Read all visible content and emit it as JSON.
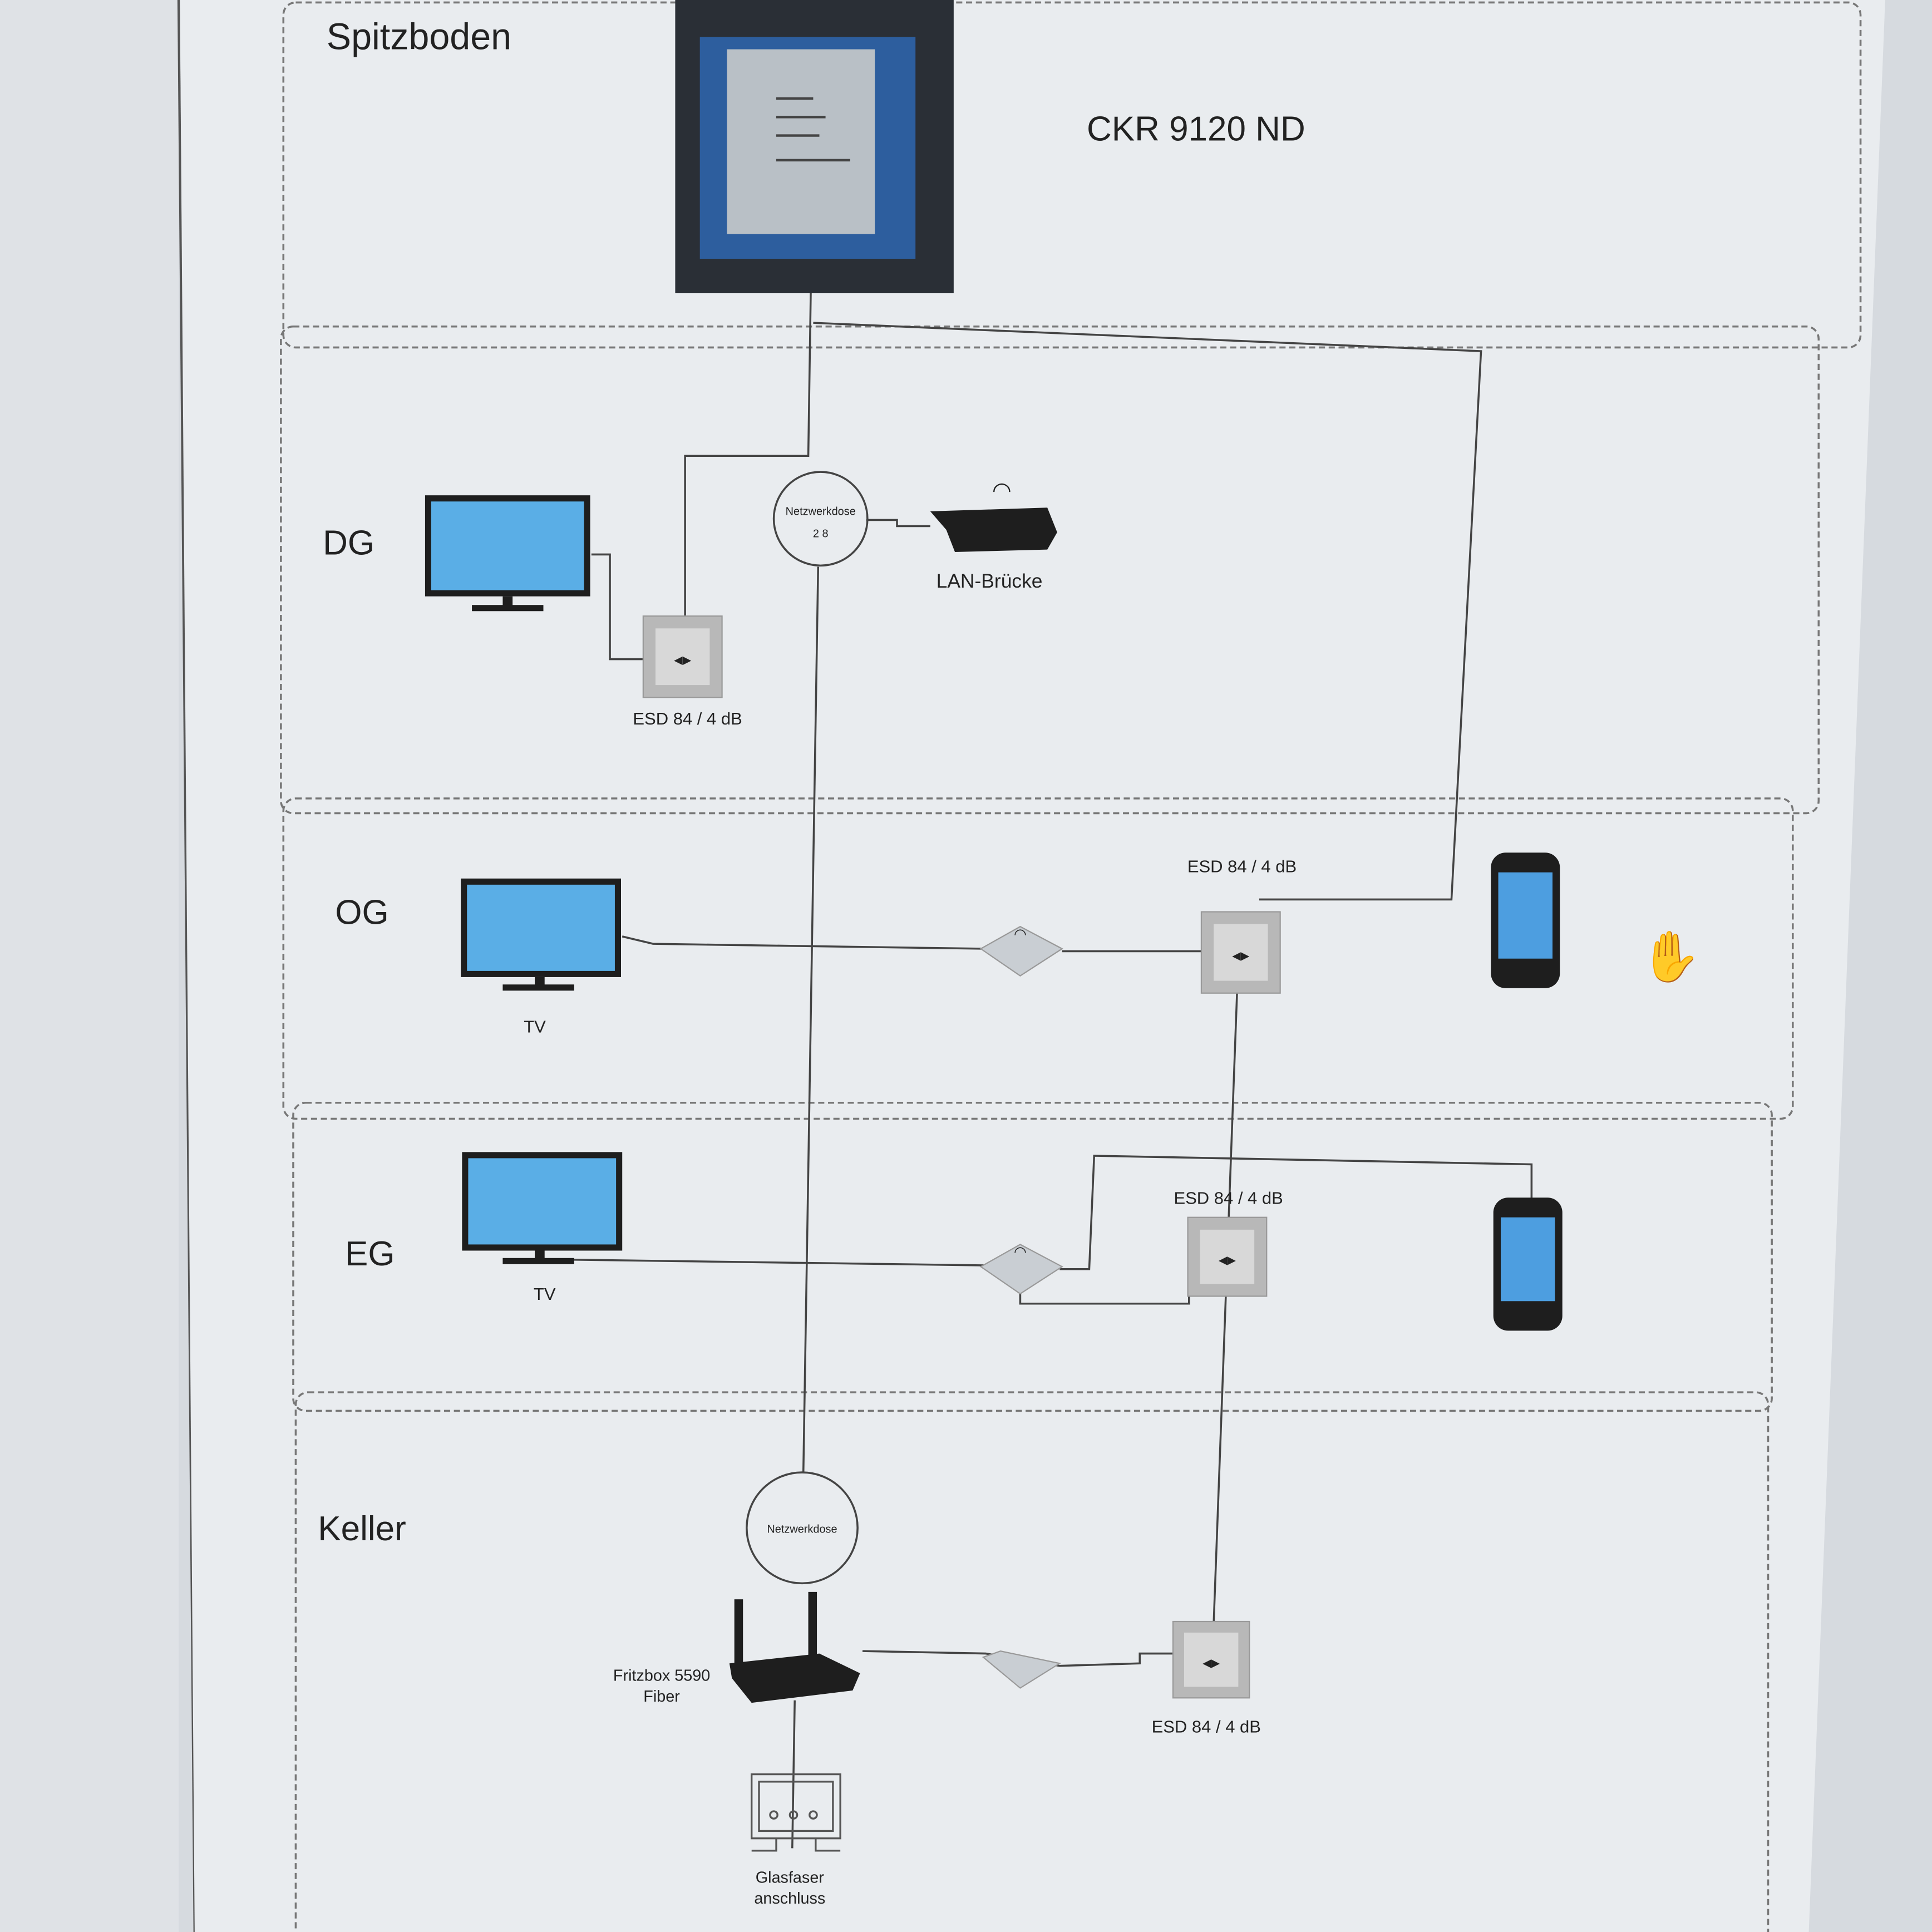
{
  "floors": [
    {
      "id": "spitzboden",
      "label": "Spitzboden"
    },
    {
      "id": "dg",
      "label": "DG"
    },
    {
      "id": "og",
      "label": "OG"
    },
    {
      "id": "eg",
      "label": "EG"
    },
    {
      "id": "keller",
      "label": "Keller"
    }
  ],
  "devices": {
    "multiswitch": "CKR 9120 ND",
    "dg_netzwerkdose": "Netzwerkdose",
    "dg_netzwerkdose_sub": "2 8",
    "lan_bridge": "LAN-Brücke",
    "dg_socket": "ESD 84 / 4 dB",
    "og_socket": "ESD 84 / 4 dB",
    "og_tv": "TV",
    "eg_socket": "ESD 84 / 4 dB",
    "eg_tv": "TV",
    "keller_netzwerkdose": "Netzwerkdose",
    "fritzbox_line1": "Fritzbox 5590",
    "fritzbox_line2": "Fiber",
    "keller_socket": "ESD 84 / 4 dB",
    "glasfaser_line1": "Glasfaser",
    "glasfaser_line2": "anschluss"
  },
  "colors": {
    "screen": "#5aaee6",
    "device": "#1e1e1e",
    "socket": "#b8b8b8"
  }
}
